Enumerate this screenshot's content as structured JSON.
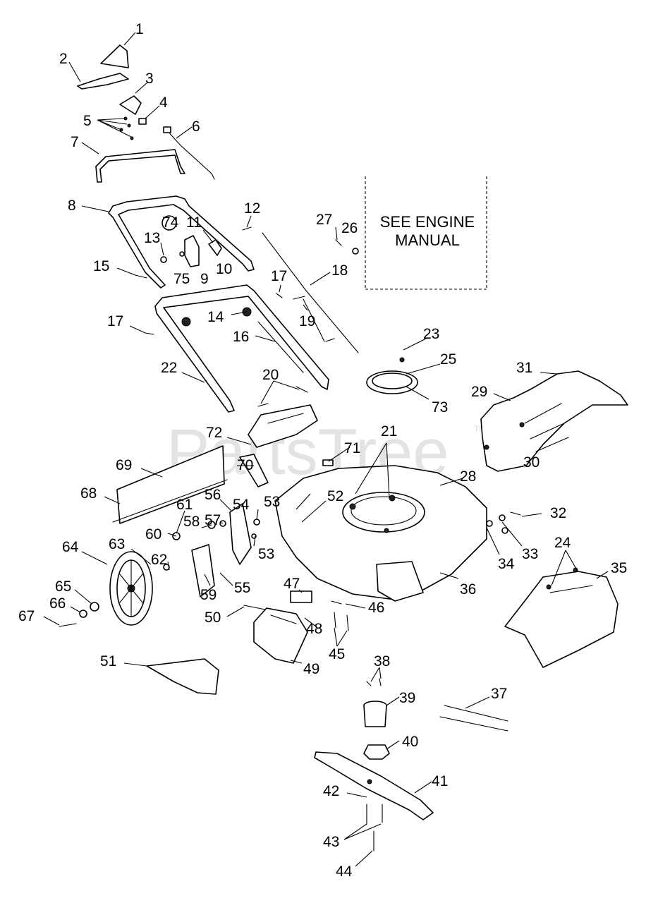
{
  "watermark": {
    "text": "PartsTree",
    "trademark": "TM"
  },
  "engine_note": {
    "line1": "SEE ENGINE",
    "line2": "MANUAL"
  },
  "part_labels": [
    "1",
    "2",
    "3",
    "4",
    "5",
    "6",
    "7",
    "8",
    "74",
    "11",
    "12",
    "27",
    "26",
    "13",
    "75",
    "9",
    "10",
    "15",
    "18",
    "17",
    "14",
    "19",
    "16",
    "17",
    "22",
    "20",
    "23",
    "25",
    "73",
    "31",
    "29",
    "30",
    "21",
    "72",
    "71",
    "69",
    "70",
    "28",
    "68",
    "61",
    "56",
    "54",
    "53",
    "52",
    "60",
    "58",
    "57",
    "53",
    "32",
    "33",
    "34",
    "24",
    "35",
    "64",
    "63",
    "62",
    "59",
    "55",
    "36",
    "65",
    "66",
    "67",
    "47",
    "46",
    "50",
    "48",
    "45",
    "49",
    "38",
    "51",
    "39",
    "37",
    "40",
    "42",
    "41",
    "43",
    "44"
  ]
}
